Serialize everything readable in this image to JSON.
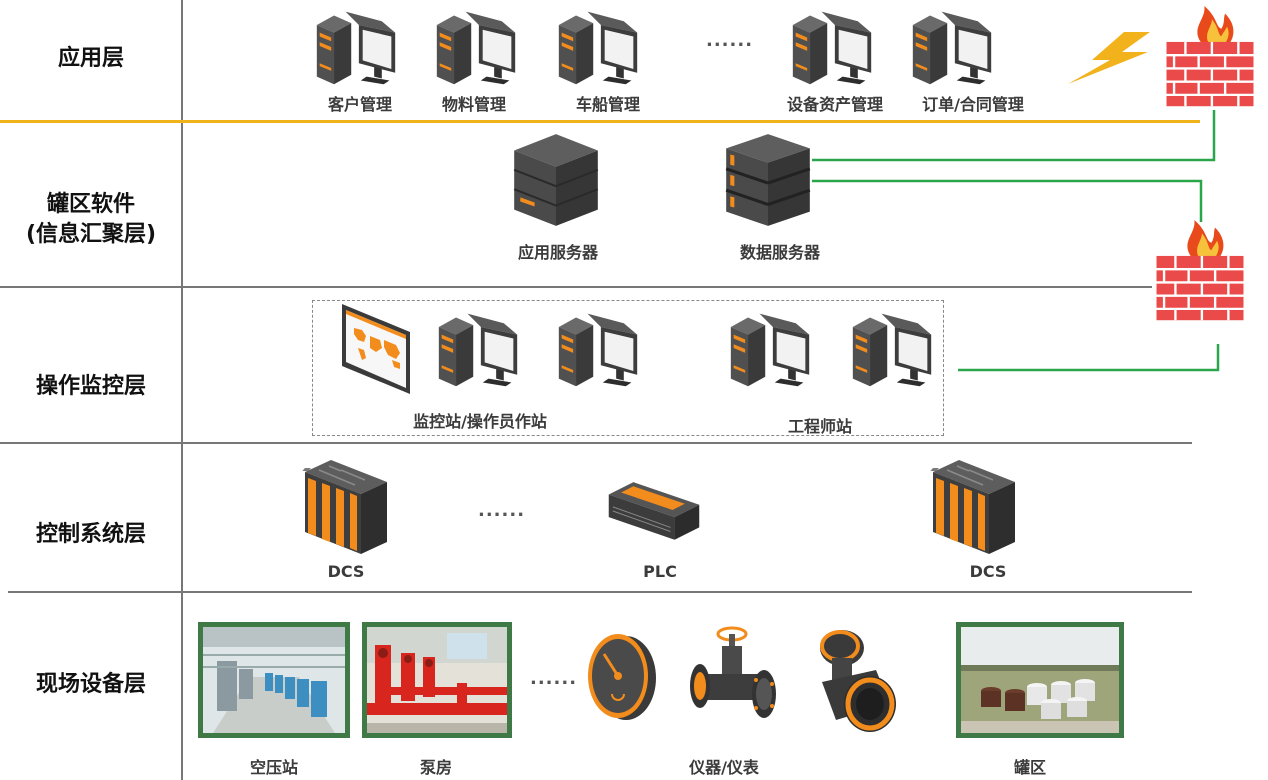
{
  "layers": {
    "application": "应用层",
    "software_line1": "罐区软件",
    "software_line2": "(信息汇聚层)",
    "operation": "操作监控层",
    "control": "控制系统层",
    "field": "现场设备层"
  },
  "application_apps": [
    "客户管理",
    "物料管理",
    "车船管理",
    "设备资产管理",
    "订单/合同管理"
  ],
  "application_ellipsis": "......",
  "servers": [
    "应用服务器",
    "数据服务器"
  ],
  "operation_groups": [
    "监控站/操作员作站",
    "工程师站"
  ],
  "control_systems": [
    "DCS",
    "PLC",
    "DCS"
  ],
  "control_ellipsis": "......",
  "field_devices": [
    "空压站",
    "泵房",
    "仪器/仪表",
    "罐区"
  ],
  "field_ellipsis": "......",
  "colors": {
    "orange_accent": "#f28c1c",
    "dark_gray": "#444444",
    "green_link": "#2aa64a",
    "yellow_divider": "#f2b21c",
    "firewall_red": "#e23a3a",
    "photo_frame": "#3f7a46"
  },
  "icons": [
    "computer-icon",
    "server-icon",
    "map-display-icon",
    "dcs-cabinet-icon",
    "plc-icon",
    "gauge-icon",
    "valve-icon",
    "flowmeter-icon",
    "firewall-icon",
    "lightning-icon"
  ]
}
